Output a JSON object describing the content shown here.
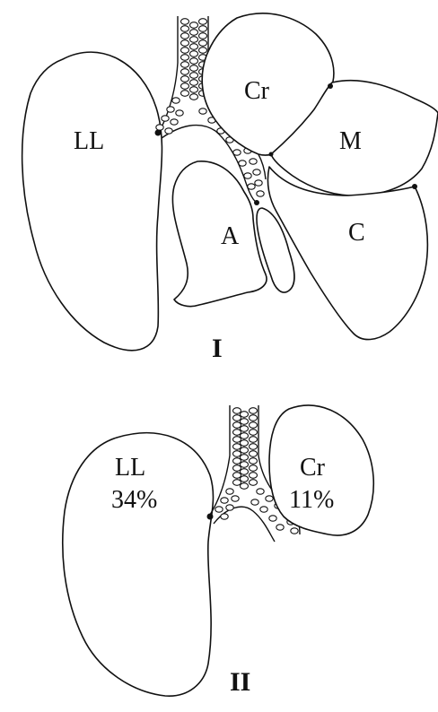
{
  "panel_I": {
    "caption": "I",
    "labels": {
      "left_lobe": "LL",
      "cranial": "Cr",
      "middle": "M",
      "accessory": "A",
      "caudal": "C"
    }
  },
  "panel_II": {
    "caption": "II",
    "labels": {
      "left_lobe": "LL",
      "left_lobe_pct": "34%",
      "cranial": "Cr",
      "cranial_pct": "11%"
    }
  },
  "colors": {
    "stroke": "#111111",
    "fill": "#ffffff"
  }
}
